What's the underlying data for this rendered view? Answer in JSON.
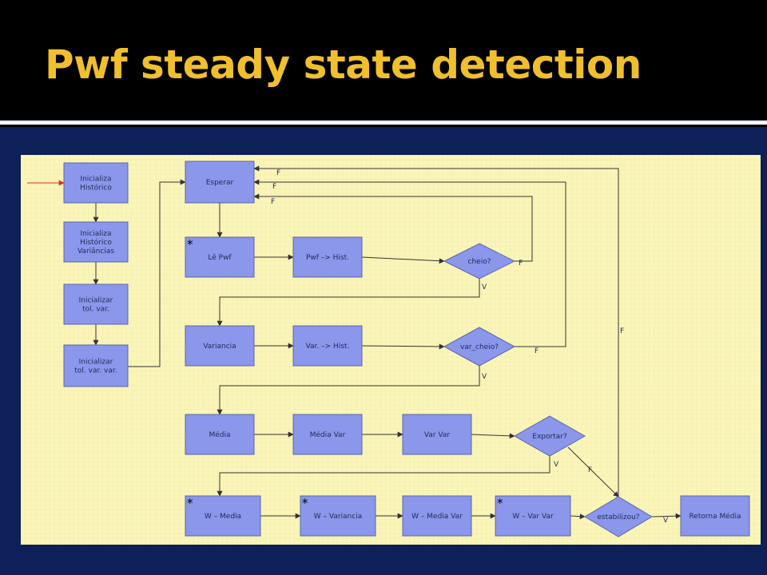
{
  "slide": {
    "title": "Pwf steady state detection"
  },
  "colors": {
    "title": "#f0bf2e",
    "slide_bg": "#0d2057",
    "diagram_bg": "#faf5b8",
    "node_fill": "#8a97eb",
    "node_stroke": "#5a66a8",
    "arrow": "#333333",
    "entry_arrow": "#e02a2a"
  },
  "flowchart": {
    "nodes": {
      "init_hist": {
        "lines": [
          "Inicializa",
          "Histórico"
        ]
      },
      "init_hist_var": {
        "lines": [
          "Inicializa",
          "Histórico",
          "Variâncias"
        ]
      },
      "init_tol_var": {
        "lines": [
          "Inicializar",
          "tol. var."
        ]
      },
      "init_tol_var_var": {
        "lines": [
          "Inicializar",
          "tol. var. var."
        ]
      },
      "esperar": {
        "lines": [
          "Esperar"
        ]
      },
      "le_pwf": {
        "lines": [
          "Lê Pwf"
        ]
      },
      "pwf_hist": {
        "lines": [
          "Pwf –> Hist."
        ]
      },
      "cheio": {
        "lines": [
          "cheio?"
        ]
      },
      "variancia": {
        "lines": [
          "Variancia"
        ]
      },
      "var_hist": {
        "lines": [
          "Var. –> Hist."
        ]
      },
      "var_cheio": {
        "lines": [
          "var_cheio?"
        ]
      },
      "media": {
        "lines": [
          "Média"
        ]
      },
      "media_var": {
        "lines": [
          "Média Var"
        ]
      },
      "var_var": {
        "lines": [
          "Var Var"
        ]
      },
      "exportar": {
        "lines": [
          "Exportar?"
        ]
      },
      "w_media": {
        "lines": [
          "W – Media"
        ]
      },
      "w_variancia": {
        "lines": [
          "W – Variancia"
        ]
      },
      "w_media_var": {
        "lines": [
          "W – Media Var"
        ]
      },
      "w_var_var": {
        "lines": [
          "W – Var Var"
        ]
      },
      "estabilizou": {
        "lines": [
          "estabilizou?"
        ]
      },
      "retorna_media": {
        "lines": [
          "Retorna Média"
        ]
      }
    },
    "edge_labels": {
      "cheio_false": "F",
      "cheio_true": "V",
      "var_cheio_false": "F",
      "var_cheio_true": "V",
      "exportar_true": "V",
      "exportar_false": "F",
      "estabilizou_false": "F",
      "estabilizou_true": "V",
      "esperar_in_1": "F",
      "esperar_in_2": "F",
      "esperar_in_3": "F"
    },
    "star_marker": "*"
  }
}
